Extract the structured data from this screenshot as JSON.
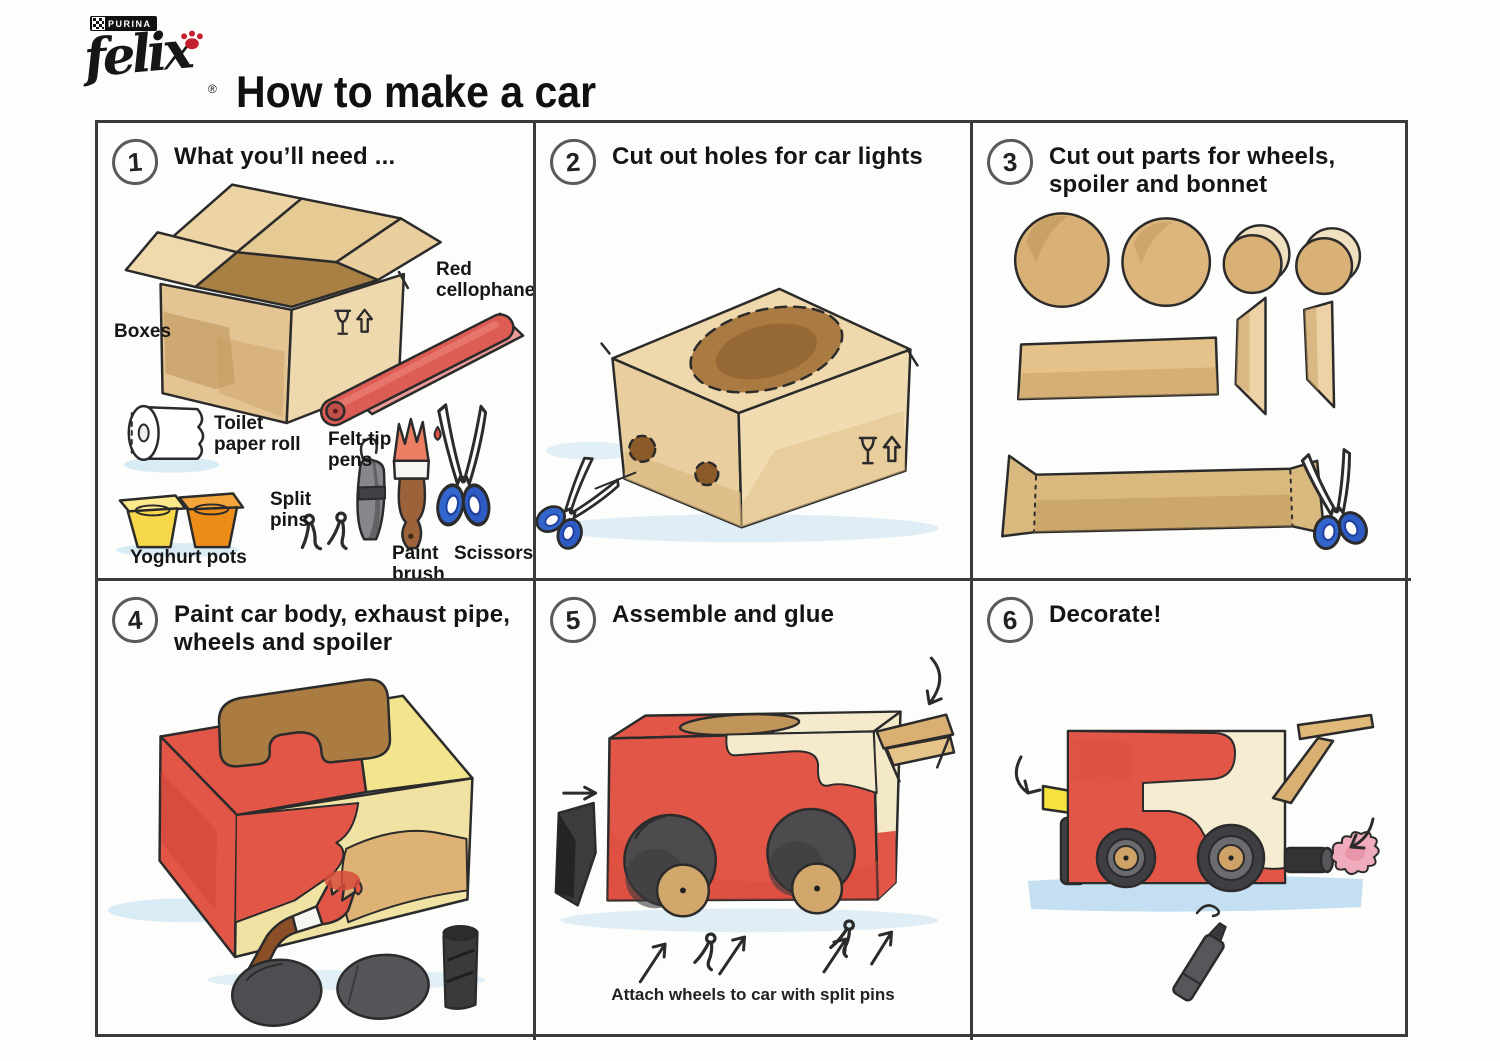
{
  "header": {
    "brand": {
      "purina_label": "PURINA",
      "felix_label": "felix",
      "registered_mark": "®"
    },
    "title": "How to make a car"
  },
  "panels": [
    {
      "number": "1",
      "title": "What you’ll need ...",
      "labels": {
        "boxes": "Boxes",
        "red_cellophane": "Red\ncellophane",
        "toilet_paper_roll": "Toilet\npaper roll",
        "felt_tip_pens": "Felt-tip\npens",
        "split_pins": "Split\npins",
        "yoghurt_pots": "Yoghurt pots",
        "paint_brush": "Paint\nbrush",
        "scissors": "Scissors"
      }
    },
    {
      "number": "2",
      "title": "Cut out holes for car lights"
    },
    {
      "number": "3",
      "title": "Cut out parts for wheels,\nspoiler and bonnet"
    },
    {
      "number": "4",
      "title": "Paint car body, exhaust pipe,\nwheels and spoiler"
    },
    {
      "number": "5",
      "title": "Assemble and glue",
      "caption": "Attach wheels to car with split pins"
    },
    {
      "number": "6",
      "title": "Decorate!"
    }
  ],
  "icons": {
    "purina-checkerboard-icon": "red-white checkerboard",
    "paw-print-icon": "red paw print",
    "scissors-icon": "blue-handled scissors",
    "fragile-icon": "wine glass box mark",
    "this-way-up-icon": "up arrow box mark"
  },
  "colors": {
    "ink": "#2b2b2b",
    "cardboard": "#e7cb98",
    "cardboard_dark": "#b8925a",
    "car_red": "#e25648",
    "cream": "#f5ebcc",
    "yellow": "#f3df55",
    "orange_pot": "#ee8c1a",
    "scissor_blue": "#3366cc",
    "wheel_black": "#49494d",
    "hub_tan": "#d2a76c",
    "smoke_pink": "#f0acbc",
    "ground_blue": "#cfe6f4"
  }
}
